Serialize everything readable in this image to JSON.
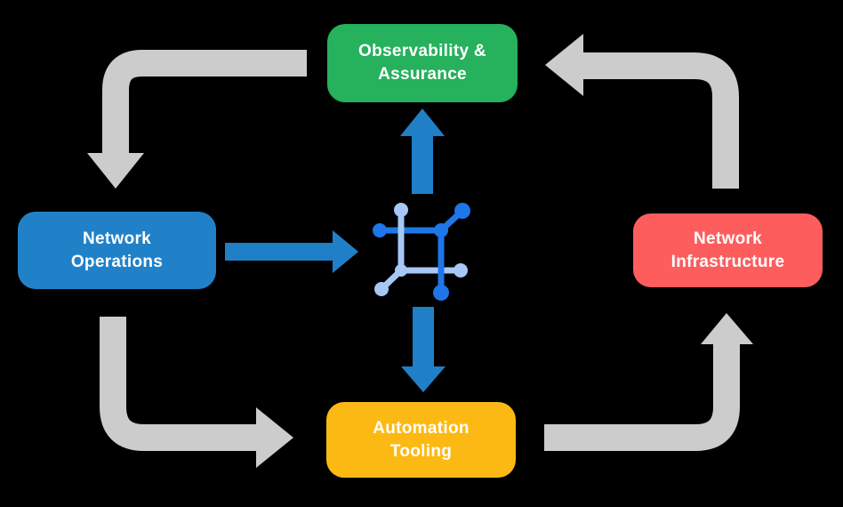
{
  "background": "#000000",
  "nodes": {
    "observability": {
      "line1": "Observability &",
      "line2": "Assurance",
      "color": "#26b15c"
    },
    "operations": {
      "line1": "Network",
      "line2": "Operations",
      "color": "#2181c8"
    },
    "infrastructure": {
      "line1": "Network",
      "line2": "Infrastructure",
      "color": "#fd5d5d"
    },
    "automation": {
      "line1": "Automation",
      "line2": "Tooling",
      "color": "#fdb913"
    }
  },
  "colors": {
    "cycle_arrow": "#cccccc",
    "flow_arrow": "#1f80c7",
    "icon_primary": "#1e76e8",
    "icon_secondary": "#a7c7f7",
    "label_text": "#ffffff"
  },
  "center_icon": "network-fabric-icon",
  "flow": {
    "cycle": [
      "Observability & Assurance -> Network Operations",
      "Network Operations -> Automation Tooling",
      "Automation Tooling -> Network Infrastructure",
      "Network Infrastructure -> Observability & Assurance"
    ],
    "hub_links": [
      "Network Operations -> hub",
      "hub -> Observability & Assurance",
      "hub -> Automation Tooling"
    ]
  }
}
